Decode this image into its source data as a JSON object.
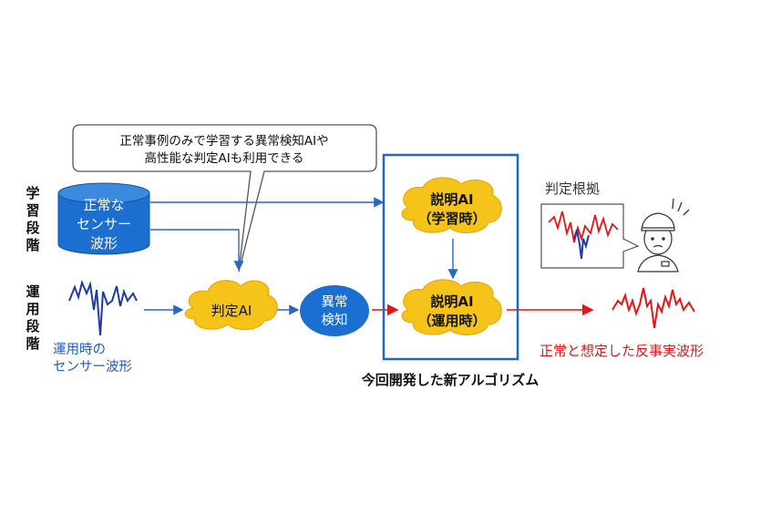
{
  "callout": {
    "line1": "正常事例のみで学習する異常検知AIや",
    "line2": "高性能な判定AIも利用できる"
  },
  "phase_labels": {
    "learning": [
      "学",
      "習",
      "段",
      "階"
    ],
    "operation": [
      "運",
      "用",
      "段",
      "階"
    ]
  },
  "database": {
    "line1": "正常な",
    "line2": "センサー",
    "line3": "波形"
  },
  "operation_wave_label": {
    "line1": "運用時の",
    "line2": "センサー波形"
  },
  "judge_ai": {
    "label": "判定AI"
  },
  "anomaly_detect": {
    "line1": "異常",
    "line2": "検知"
  },
  "explain_learning": {
    "line1": "説明AI",
    "line2": "（学習時）"
  },
  "explain_operation": {
    "line1": "説明AI",
    "line2": "（運用時）"
  },
  "new_algorithm_label": "今回開発した新アルゴリズム",
  "basis_label": "判定根拠",
  "counterfactual_label": "正常と想定した反事実波形",
  "colors": {
    "blue": "#1f5fc8",
    "navy": "#1c3aa8",
    "red": "#e81414",
    "cloud": "#f5c31a",
    "box_border": "#2266cc",
    "db": "#1a6fd0"
  }
}
